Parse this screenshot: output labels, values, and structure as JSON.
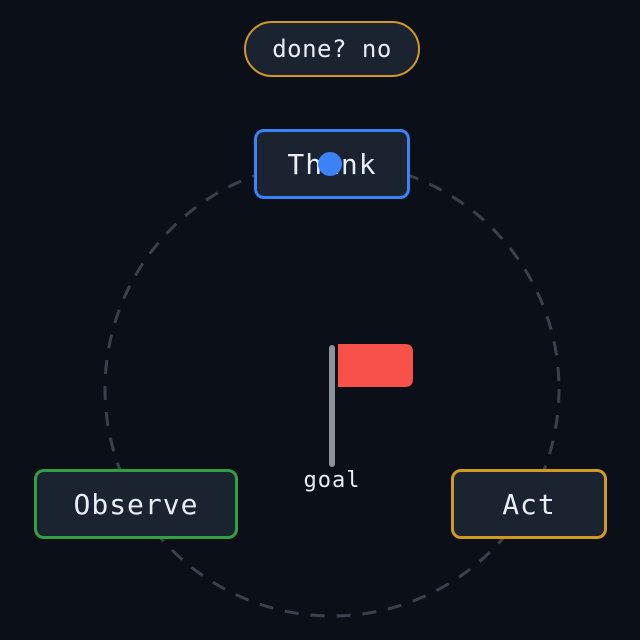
{
  "status": {
    "label": "done? no"
  },
  "nodes": {
    "think": {
      "label": "Think"
    },
    "observe": {
      "label": "Observe"
    },
    "act": {
      "label": "Act"
    }
  },
  "goal": {
    "label": "goal",
    "icon": "flag-icon"
  },
  "colors": {
    "background": "#0b1018",
    "node_fill": "#1b2230",
    "think": "#3b82f6",
    "observe": "#2ea043",
    "act": "#d29922",
    "flag": "#f85149",
    "pole": "#8b949e",
    "loop_path": "#3a414c"
  }
}
